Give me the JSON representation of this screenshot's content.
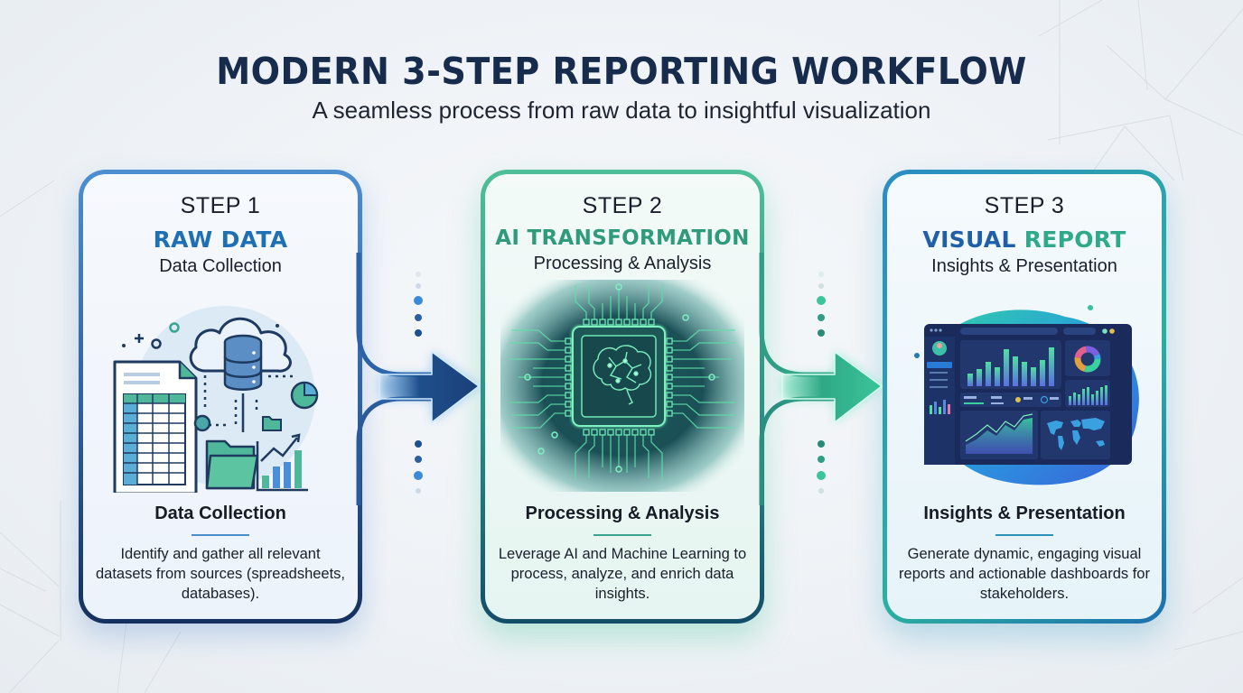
{
  "header": {
    "title": "MODERN 3-STEP REPORTING WORKFLOW",
    "subtitle": "A seamless process from raw data to insightful visualization"
  },
  "colors": {
    "title": "#172b4d",
    "step1_accent": "#1f6fb3",
    "step2_accent": "#2f9b7a",
    "step3_accent_blue": "#1f5fa8",
    "step3_accent_green": "#2ea98a",
    "arrow1": "#1d4f8c",
    "arrow2": "#36b58c"
  },
  "steps": [
    {
      "label": "STEP 1",
      "name": "RAW DATA",
      "subtitle": "Data Collection",
      "icon": "raw-data-illustration",
      "section_title": "Data Collection",
      "description": "Identify and gather all relevant datasets from sources (spreadsheets, databases)."
    },
    {
      "label": "STEP 2",
      "name": "AI TRANSFORMATION",
      "subtitle": "Processing & Analysis",
      "icon": "ai-chip-brain-illustration",
      "section_title": "Processing & Analysis",
      "description": "Leverage AI and Machine Learning to process, analyze, and enrich data insights."
    },
    {
      "label": "STEP 3",
      "name_part1": "VISUAL",
      "name_part2": " REPORT",
      "subtitle": "Insights & Presentation",
      "icon": "dashboard-illustration",
      "section_title": "Insights & Presentation",
      "description": "Generate dynamic, engaging visual reports and actionable dashboards for stakeholders."
    }
  ],
  "connectors": [
    {
      "from": "STEP 1",
      "to": "STEP 2",
      "icon": "arrow-right-icon"
    },
    {
      "from": "STEP 2",
      "to": "STEP 3",
      "icon": "arrow-right-icon"
    }
  ]
}
